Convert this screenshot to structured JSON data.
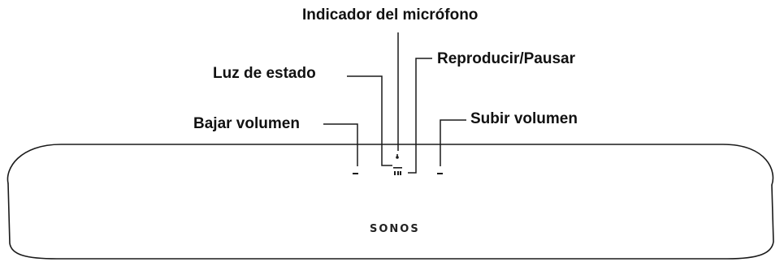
{
  "labels": {
    "microphone_indicator": "Indicador del micrófono",
    "status_light": "Luz de estado",
    "play_pause": "Reproducir/Pausar",
    "volume_down": "Bajar volumen",
    "volume_up": "Subir volumen"
  },
  "brand": {
    "logo_text": "SONOS"
  },
  "colors": {
    "line": "#1a1a1a",
    "body_fill": "#ffffff",
    "text": "#111111"
  }
}
